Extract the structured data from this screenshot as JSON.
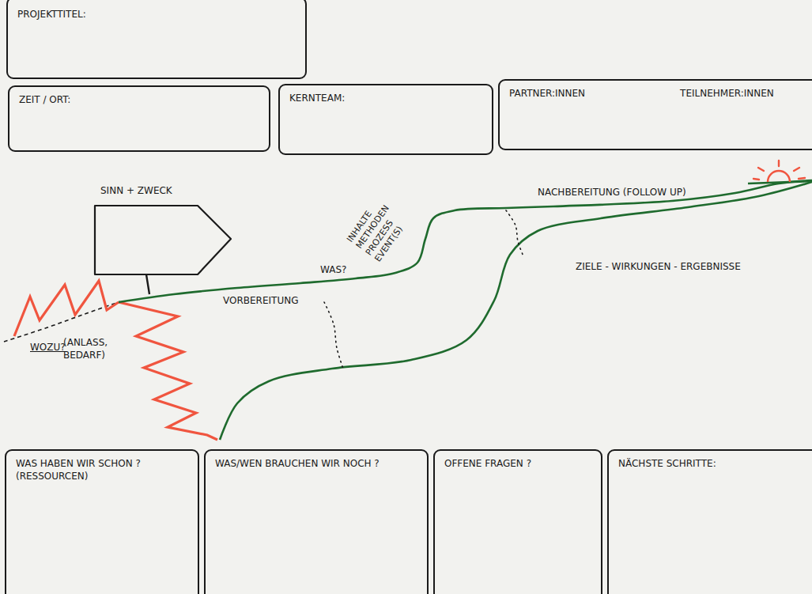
{
  "diagram": {
    "nodes": [
      {
        "text": [
          "PROJEKTTITEL:"
        ]
      },
      {
        "text": [
          "ZEIT / ORT:"
        ]
      },
      {
        "text": [
          "KERNTEAM:"
        ]
      },
      {
        "text": [
          "PARTNER:INNEN",
          "TEILNEHMER:INNEN"
        ]
      },
      {
        "text": [
          "SINN + ZWECK"
        ]
      },
      {
        "text": [
          "WAS HABEN WIR SCHON ? (RESSOURCEN)"
        ]
      },
      {
        "text": [
          "WAS/WEN BRAUCHEN WIR NOCH ?"
        ]
      },
      {
        "text": [
          "OFFENE FRAGEN ?"
        ]
      },
      {
        "text": [
          "NÄCHSTE SCHRITTE:"
        ]
      }
    ],
    "labels": [
      "WOZU?",
      "(ANLASS, BEDARF)",
      "VORBEREITUNG",
      "WAS?",
      "INHALTE METHODEN PROZESS EVENT(S)",
      "NACHBEREITUNG (FOLLOW UP)",
      "ZIELE - WIRKUNGEN - ERGEBNISSE"
    ]
  }
}
